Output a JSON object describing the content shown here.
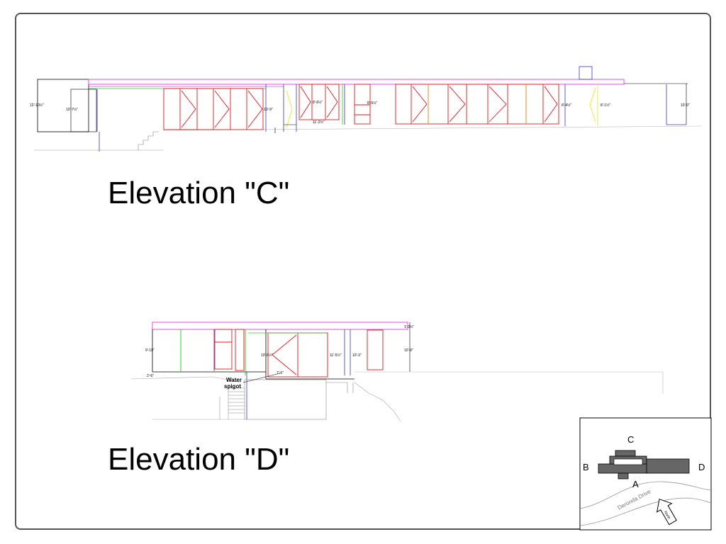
{
  "elevations": {
    "c": {
      "title": "Elevation \"C\""
    },
    "d": {
      "title": "Elevation \"D\"",
      "note_line1": "Water",
      "note_line2": "spigot"
    }
  },
  "dimensions": {
    "c": [
      "12'-10½\"",
      "10'-7½\"",
      "10'-9\"",
      "8'-6½\"",
      "11'-2½\"",
      "8'-6½\"",
      "8'-4½\"",
      "8'-1½\"",
      "10'-0\""
    ],
    "d": [
      "9'-11\"",
      "10'-9\"",
      "7'-6\"",
      "10'-6½\"",
      "11'-5½\"",
      "10'-3\"",
      "1'-3½\"",
      "2'-6\""
    ]
  },
  "keyplan": {
    "labels": {
      "north": "C",
      "west": "B",
      "east": "D",
      "south": "A"
    },
    "road": "Deronda Drive",
    "north_arrow": "North"
  },
  "colors": {
    "window": "#e8141c",
    "roof": "#e04ee0",
    "structure": "#3535c8",
    "green": "#2ecc2e",
    "yellow": "#e6e619",
    "outline": "#000000",
    "grade": "#9a9a9a"
  }
}
